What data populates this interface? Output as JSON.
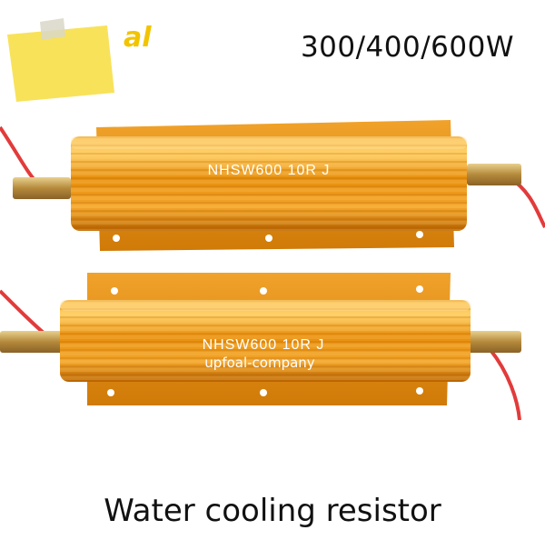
{
  "power_rating": "300/400/600W",
  "logo_fragment": "al",
  "caption": "Water cooling resistor",
  "resistors": [
    {
      "model_label": "NHSW600 10R J"
    },
    {
      "model_label": "NHSW600 10R J"
    }
  ],
  "watermark": "upfoal-company",
  "colors": {
    "housing": "#e8900a",
    "housing_highlight": "#ffc44a",
    "housing_shadow": "#b46000",
    "fitting": "#c9a45a",
    "wire": "#e23b3b",
    "sticky_note": "#f8e25a"
  }
}
